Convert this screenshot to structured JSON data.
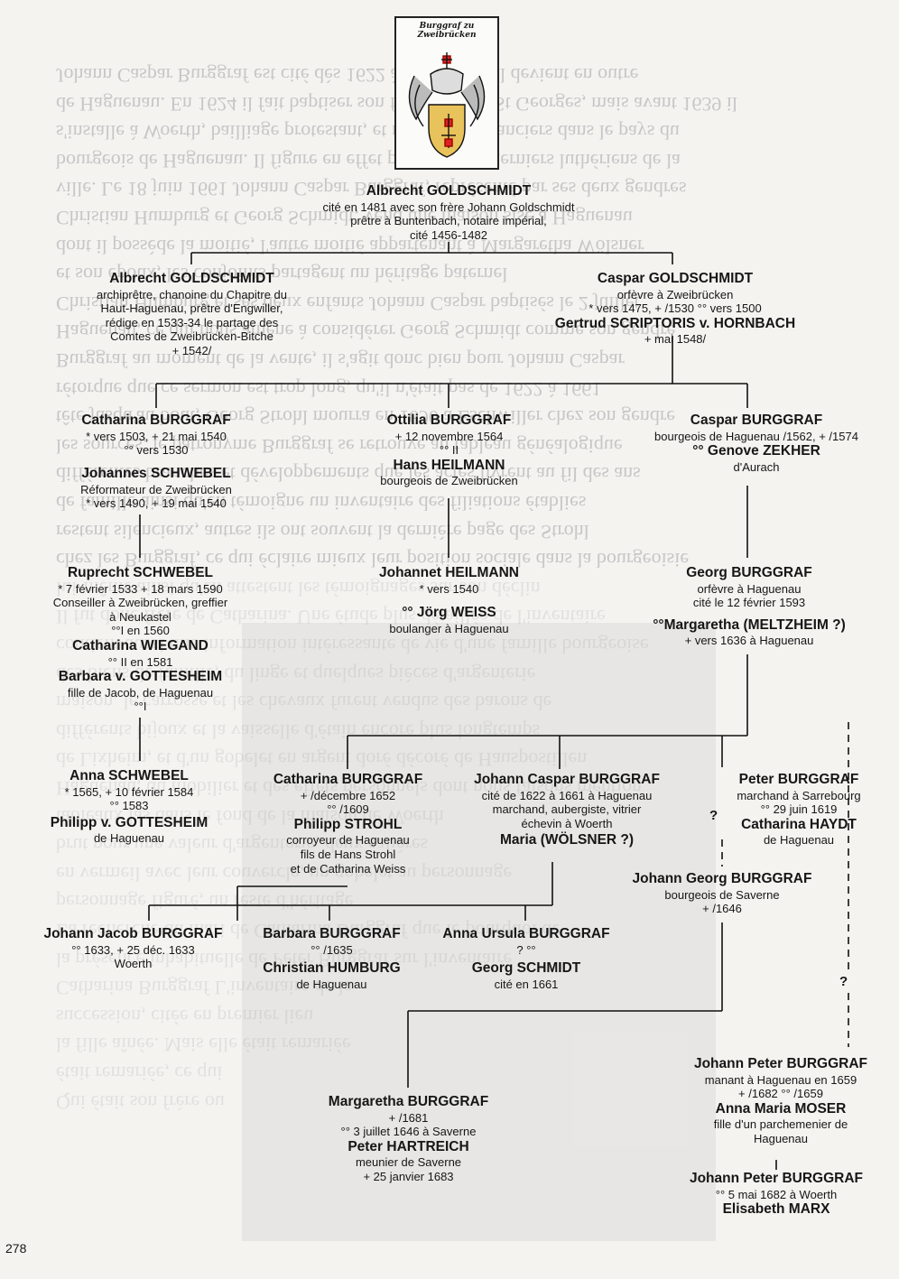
{
  "page": {
    "number": "278"
  },
  "crest": {
    "motto": "Burggraf zu Zweibrücken",
    "icon": "coat-of-arms-icon"
  },
  "bleed_through": [
    "Johann Caspar Burggraf est cité dès 1622 à Haguenau, il devient en outre",
    "de Haguenau. En 1624 il fait baptiser son fils à l'église St Georges, mais avant 1639 il",
    "s'installe à Woerth, bailliage protestant, et meurt ses créanciers dans le pays du",
    "bourgeois de Haguenau. Il figure en effet parmi les 82 derniers luthériens de la",
    "ville. Le 18 juin 1661 Johann Caspar Burggraf, représenté par ses deux gendres",
    "Christian Humburg et Georg Schmidt, vend une maison sise à Haguenau",
    "dont il possède la moitié, l'autre moitié appartenant à Margaretha Wölsner",
    "et son époux, les conjoints partagent un héritage paternel",
    "Christian Humburg et ses deux enfants Johann Caspar baptisés le 2 juillet",
    "Haguenau, ce qui nous amène à considérer Georg Schmidt comme son gendre",
    "Burggraf au moment de la vente, il s'agit donc bien pour Johann Caspar",
    "rétorque que ce sermon est trop long, qu'il n'était pas de 1622 à 1661",
    "tête jusqu'au bout, Georg Strohl mourra en 1690 à Eschwiller chez son gendre",
    "les sources, le patronyme Burggraf se retrouve au tableau généalogique",
    "différentes branches et développements que les actes livrent au fil des ans",
    "de famille ainsi qu'en témoigne un inventaire des filiations établies",
    "restent silencieux, autres ils ont souvent la dernière page des Strohl",
    "chez les Burggraf, ce qui éclaire mieux leur position sociale dans la bourgeoisie",
    "lui-même ainsi qu'en attestent les témoignages sur son déclin",
    "Il fut donc frère de Catharina. Une étude plus détaillée de l'inventaire",
    "contient aussi une information intéressante de vie d'une famille bourgeoise",
    "des biens de famille, du linge et quelques pièces d'argenterie",
    "maison, le carrosse et les chevaux furent vendus des barons de",
    "différents bijoux et la vaisselle d'étain encore plus longtemps",
    "de Lixheim, et d'un gobelet en argent doré décoré de Hauspostillen",
    "Haguenau, du mobilier et des effets personnels dont nous faisons mention",
    "tableaux las dans le fond de la maison de Woerth",
    "brut pour une valeur d'argenterie, deux salières",
    "en vermeil avec leur couvercle, un gobelet au personnage",
    "personnage figuré, un reste d'héritage",
    "La recherche du mari de Catharina Burggraf que le pourquoi de",
    "la présence inhabituelle de Peter Burggraf sur l'inventaire",
    "Catharina Burggraf L'inventaire de la",
    "succession, citée en premier lieu",
    "la fille aînée. Mais elle était remariée",
    "était remariée, ce qui",
    "Qui était son frère ou"
  ],
  "tree": {
    "albrecht_sr": {
      "name": "Albrecht GOLDSCHMIDT",
      "l1": "cité en 1481 avec son frère Johann Goldschmidt",
      "l2": "prêtre à Buntenbach, notaire impérial,",
      "l3": "cité 1456-1482"
    },
    "albrecht_jr": {
      "name": "Albrecht GOLDSCHMIDT",
      "l1": "archiprêtre, chanoine du Chapitre du",
      "l2": "Haut-Haguenau, prêtre d'Engwiller,",
      "l3": "rédige en 1533-34 le partage des",
      "l4": "Comtes de Zweibrücken-Bitche",
      "l5": "+ 1542/"
    },
    "caspar_g": {
      "name": "Caspar GOLDSCHMIDT",
      "l1": "orfèvre à Zweibrücken",
      "l2": "* vers 1475, + /1530  °° vers 1500",
      "spouse": "Gertrud SCRIPTORIS v. HORNBACH",
      "l3": "+ mai 1548/"
    },
    "catharina_b1": {
      "name": "Catharina BURGGRAF",
      "l1": "* vers 1503, + 21 mai 1540",
      "l2": "°° vers 1530"
    },
    "johannes_s": {
      "name": "Johannes SCHWEBEL",
      "l1": "Réformateur de Zweibrücken",
      "l2": "* vers 1490, + 19 mai 1540"
    },
    "ottilia": {
      "name": "Ottilia BURGGRAF",
      "l1": "+ 12 novembre 1564",
      "l2": "°° II",
      "spouse": "Hans HEILMANN",
      "l3": "bourgeois de Zweibrücken"
    },
    "caspar_b": {
      "name": "Caspar BURGGRAF",
      "l1": "bourgeois de Haguenau /1562, + /1574",
      "l2": "°° Genove ZEKHER",
      "l3": "d'Aurach"
    },
    "ruprecht": {
      "name": "Ruprecht SCHWEBEL",
      "l1": "* 7 février 1533 + 18 mars 1590",
      "l2": "Conseiller à Zweibrücken, greffier",
      "l3": "à Neukastel",
      "l4": "°°I en 1560",
      "sp1": "Catharina WIEGAND",
      "l5": "°° II en 1581",
      "sp2": "Barbara v. GOTTESHEIM",
      "l6": "fille de Jacob, de Haguenau",
      "l7": "°°I"
    },
    "johannet": {
      "name": "Johannet HEILMANN",
      "l1": "* vers 1540",
      "spouse": "°° Jörg WEISS",
      "l2": "boulanger à Haguenau"
    },
    "georg_b": {
      "name": "Georg BURGGRAF",
      "l1": "orfèvre à Haguenau",
      "l2": "cité le 12 février 1593",
      "spouse": "°°Margaretha (MELTZHEIM ?)",
      "l3": "+ vers 1636 à Haguenau"
    },
    "anna_s": {
      "name": "Anna SCHWEBEL",
      "l1": "* 1565, + 10 février 1584",
      "l2": "°° 1583",
      "spouse": "Philipp v. GOTTESHEIM",
      "l3": "de Haguenau"
    },
    "catharina_b2": {
      "name": "Catharina BURGGRAF",
      "l1": "+ /décembre 1652",
      "l2": "°° /1609",
      "spouse": "Philipp STROHL",
      "l3": "corroyeur de Haguenau",
      "l4": "fils de Hans Strohl",
      "l5": "et de Catharina Weiss"
    },
    "johann_caspar": {
      "name": "Johann Caspar BURGGRAF",
      "l1": "cité de 1622 à 1661 à Haguenau",
      "l2": "marchand, aubergiste, vitrier",
      "l3": "échevin à Woerth",
      "spouse": "Maria (WÖLSNER ?)"
    },
    "peter_b": {
      "name": "Peter BURGGRAF",
      "l1": "marchand à Sarrebourg",
      "l2": "°° 29 juin 1619",
      "spouse": "Catharina HAYDT",
      "l3": "de Haguenau"
    },
    "johann_georg": {
      "name": "Johann Georg BURGGRAF",
      "l1": "bourgeois de Saverne",
      "l2": "+ /1646"
    },
    "johann_jacob": {
      "name": "Johann Jacob BURGGRAF",
      "l1": "°° 1633, + 25 déc. 1633",
      "l2": "Woerth"
    },
    "barbara_b": {
      "name": "Barbara BURGGRAF",
      "l1": "°° /1635",
      "spouse": "Christian HUMBURG",
      "l2": "de Haguenau"
    },
    "anna_ursula": {
      "name": "Anna Ursula BURGGRAF",
      "l1": "? °°",
      "spouse": "Georg SCHMIDT",
      "l2": "cité en 1661"
    },
    "margaretha_b": {
      "name": "Margaretha BURGGRAF",
      "l1": "+ /1681",
      "l2": "°° 3 juillet 1646 à Saverne",
      "spouse": "Peter HARTREICH",
      "l3": "meunier de Saverne",
      "l4": "+ 25 janvier 1683"
    },
    "jp_b1": {
      "name": "Johann Peter BURGGRAF",
      "l1": "manant à Haguenau en 1659",
      "l2": "+ /1682 °° /1659",
      "spouse": "Anna Maria MOSER",
      "l3": "fille d'un parchemenier de",
      "l4": "Haguenau"
    },
    "jp_b2": {
      "name": "Johann Peter BURGGRAF",
      "l1": "°° 5 mai 1682 à Woerth",
      "spouse": "Elisabeth MARX"
    },
    "uncertain_1": "?",
    "uncertain_2": "?"
  }
}
